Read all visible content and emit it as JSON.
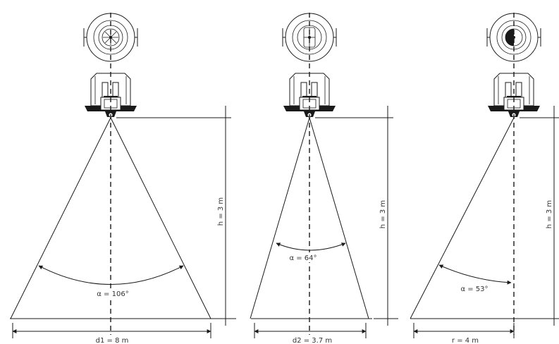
{
  "sensors": [
    {
      "angle_label": "α = 106°",
      "height_label": "h = 3 m",
      "distance_label": "d1 = 8 m"
    },
    {
      "angle_label": "α = 64°",
      "height_label": "h = 3 m",
      "distance_label": "d2 = 3.7 m"
    },
    {
      "angle_label": "α = 53°",
      "height_label": "h = 3 m",
      "distance_label": "r = 4 m"
    }
  ]
}
